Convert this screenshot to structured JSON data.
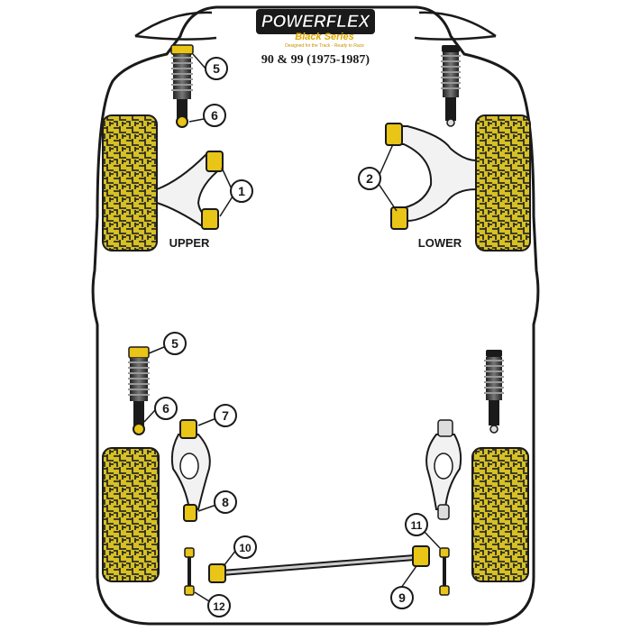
{
  "logo": {
    "brand": "POWERFLEX",
    "series": "Black Series",
    "tagline": "Designed for the Track - Ready to Race"
  },
  "title": "90 & 99 (1975-1987)",
  "front": {
    "upper_label": "UPPER",
    "lower_label": "LOWER"
  },
  "callouts": [
    "1",
    "2",
    "5",
    "6",
    "5",
    "6",
    "7",
    "8",
    "9",
    "10",
    "11",
    "12"
  ],
  "colors": {
    "tyre": "#d6c025",
    "tread": "#2b2b24",
    "bush": "#e8c516",
    "outline": "#1a1a1a",
    "body": "#ffffff"
  }
}
